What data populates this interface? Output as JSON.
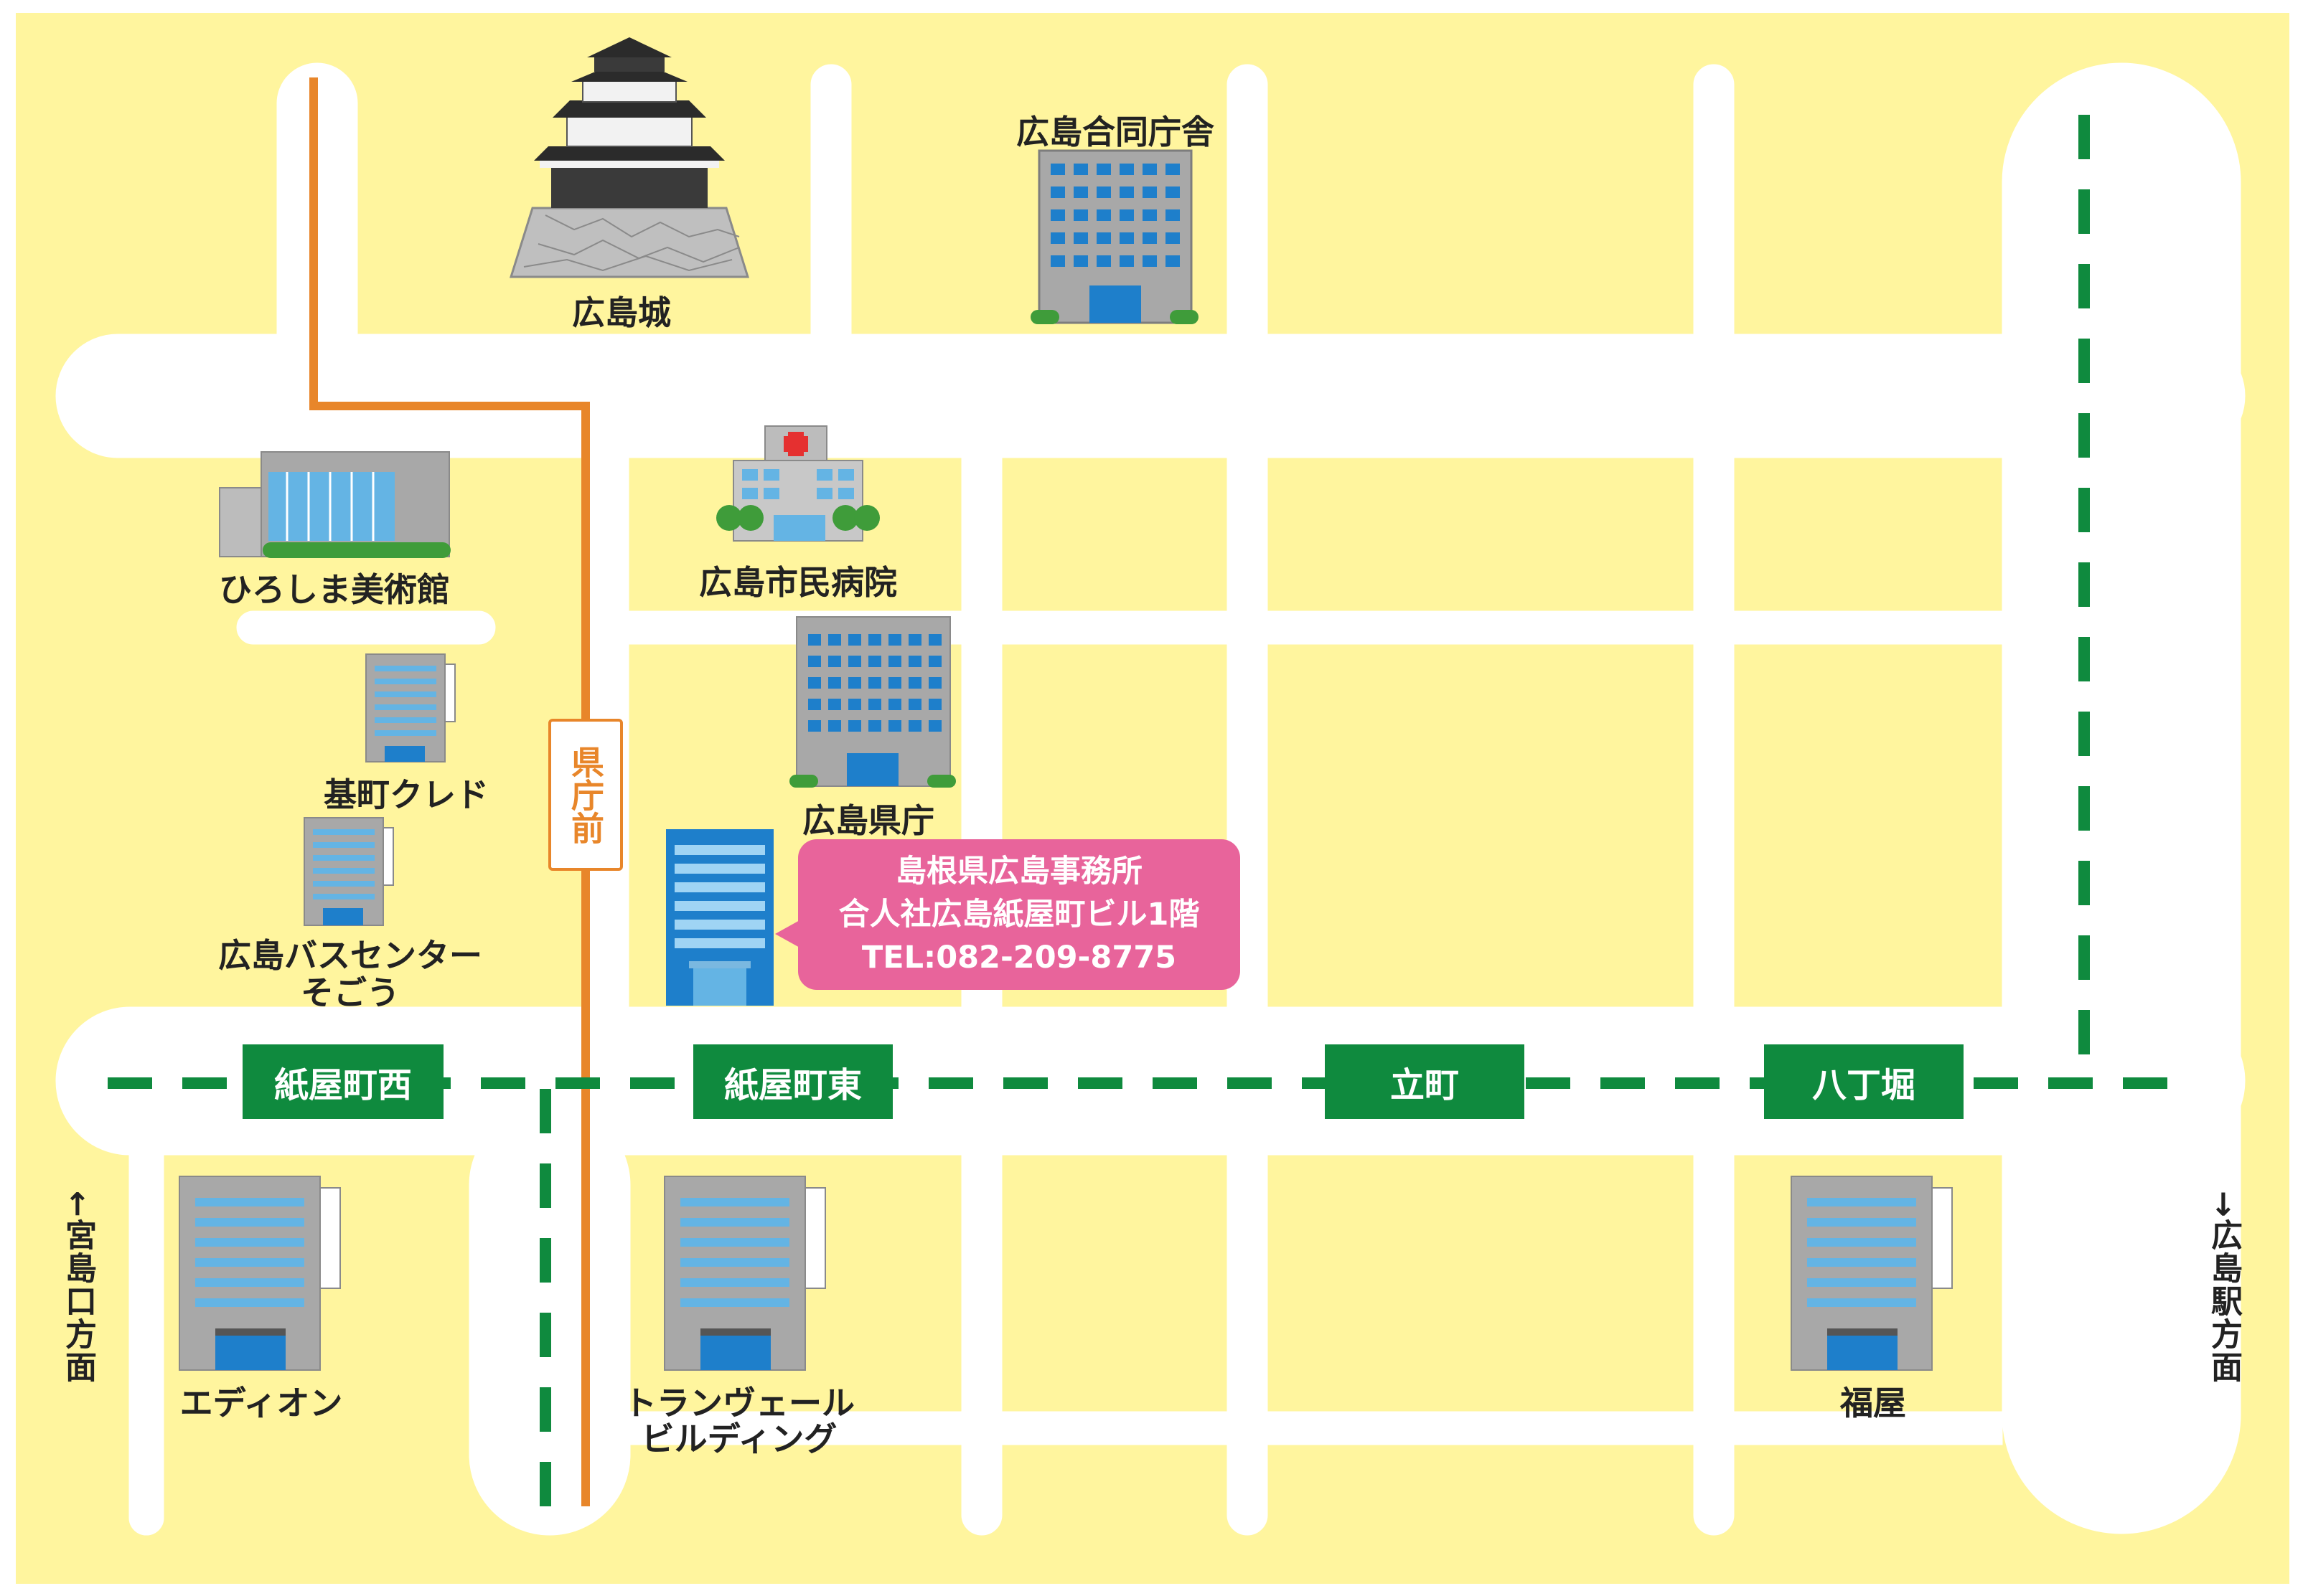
{
  "landmarks": {
    "castle": "広島城",
    "joint_gov": "広島合同庁舎",
    "museum": "ひろしま美術館",
    "hospital": "広島市民病院",
    "credo": "基町クレド",
    "pref_office": "広島県庁",
    "bus_center_1": "広島バスセンター",
    "bus_center_2": "そごう",
    "edion": "エディオン",
    "tranvert_1": "トランヴェール",
    "tranvert_2": "ビルディング",
    "fukuya": "福屋"
  },
  "office": {
    "line1": "島根県広島事務所",
    "line2": "合人社広島紙屋町ビル1階",
    "line3": "TEL:082-209-8775"
  },
  "tram_stop": "県庁前",
  "stations": {
    "kamiyacho_nishi": "紙屋町西",
    "kamiyacho_higashi": "紙屋町東",
    "tatemachi": "立町",
    "hatchobori": "八丁堀"
  },
  "directions": {
    "left": "←宮島口方面",
    "right": "→広島駅方面"
  },
  "colors": {
    "background": "#fff59e",
    "road": "#ffffff",
    "tram_line": "#0f8a3e",
    "astram_line": "#e8862a",
    "highlight_bubble": "#e8649b",
    "office_building": "#1e7fcb"
  },
  "icons": {
    "castle": "castle-icon",
    "hospital": "hospital-icon",
    "office_building": "office-building-icon",
    "museum": "museum-icon"
  }
}
